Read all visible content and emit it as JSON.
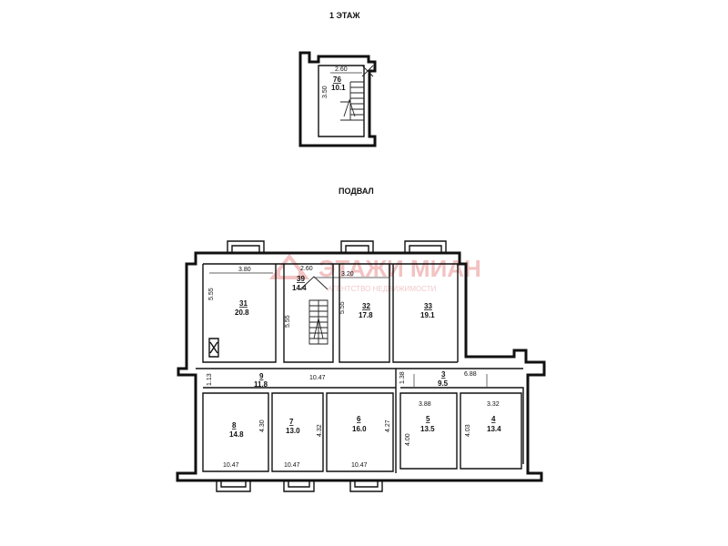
{
  "titles": {
    "floor1": "1 ЭТАЖ",
    "basement": "ПОДВАЛ"
  },
  "watermark": {
    "brand": "ЭТАЖИ МИАН",
    "tagline": "АГЕНТСТВО НЕДВИЖИМОСТИ",
    "color": "#f3c2c2"
  },
  "floor1": {
    "room": {
      "num": "76",
      "area": "10.1"
    },
    "dims": {
      "width": "2.60",
      "height": "3.50"
    }
  },
  "rooms": {
    "r31": {
      "num": "31",
      "area": "20.8"
    },
    "r39": {
      "num": "39",
      "area": "14.4"
    },
    "r32": {
      "num": "32",
      "area": "17.8"
    },
    "r33": {
      "num": "33",
      "area": "19.1"
    },
    "r9": {
      "num": "9",
      "area": "11.8"
    },
    "r3": {
      "num": "3",
      "area": "9.5"
    },
    "r8": {
      "num": "8",
      "area": "14.8"
    },
    "r7": {
      "num": "7",
      "area": "13.0"
    },
    "r6": {
      "num": "6",
      "area": "16.0"
    },
    "r5": {
      "num": "5",
      "area": "13.5"
    },
    "r4": {
      "num": "4",
      "area": "13.4"
    }
  },
  "dims": {
    "d380": "3.80",
    "d260": "2.60",
    "d320": "3.20",
    "d555a": "5.55",
    "d555b": "5.55",
    "d555c": "5.55",
    "d113": "1.13",
    "d1047top": "10.47",
    "d138": "1.38",
    "d688": "6.88",
    "d388": "3.88",
    "d332": "3.32",
    "d430": "4.30",
    "d432": "4.32",
    "d427": "4.27",
    "d400": "4.00",
    "d403": "4.03",
    "d1047a": "10.47",
    "d1047b": "10.47",
    "d1047c": "10.47"
  }
}
